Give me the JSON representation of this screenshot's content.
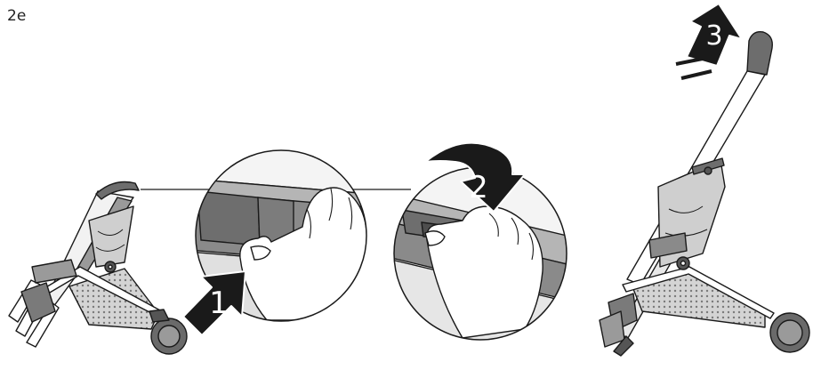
{
  "page_label": "2e",
  "steps": [
    {
      "number": "1"
    },
    {
      "number": "2"
    },
    {
      "number": "3"
    }
  ],
  "colors": {
    "line": "#1a1a1a",
    "arrow_fill": "#1a1a1a",
    "number_text": "#ffffff",
    "frame_dark": "#6d6d6d",
    "fabric": "#c8c8c8",
    "basket": "#d9d9d9",
    "wheel": "#555555",
    "skin": "#ffffff",
    "zoom_bg": "#e8e8e8"
  }
}
